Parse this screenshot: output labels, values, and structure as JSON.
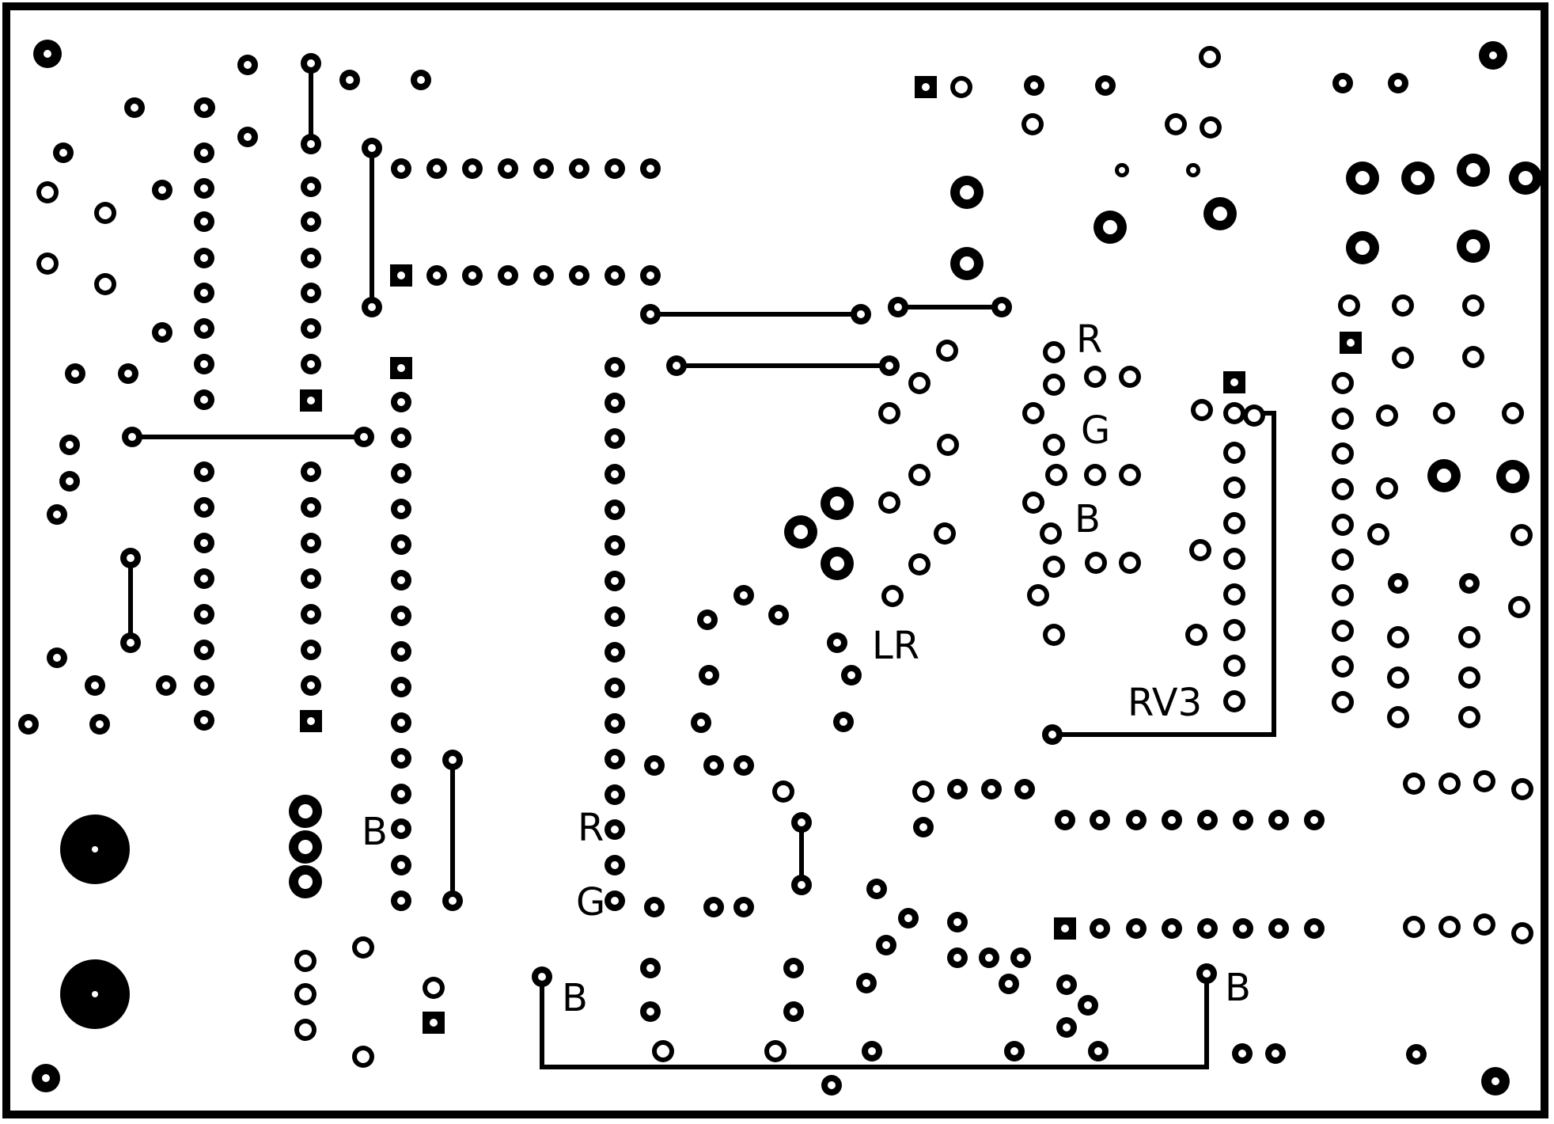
{
  "colors": {
    "copper": "#000000",
    "background": "#ffffff"
  },
  "labels": {
    "r_top": "R",
    "g_top": "G",
    "b_top": "B",
    "lr": "LR",
    "rv3": "RV3",
    "b_left": "B",
    "r_mid": "R",
    "g_mid": "G",
    "b_bottom_left": "B",
    "b_bottom_right": "B"
  }
}
